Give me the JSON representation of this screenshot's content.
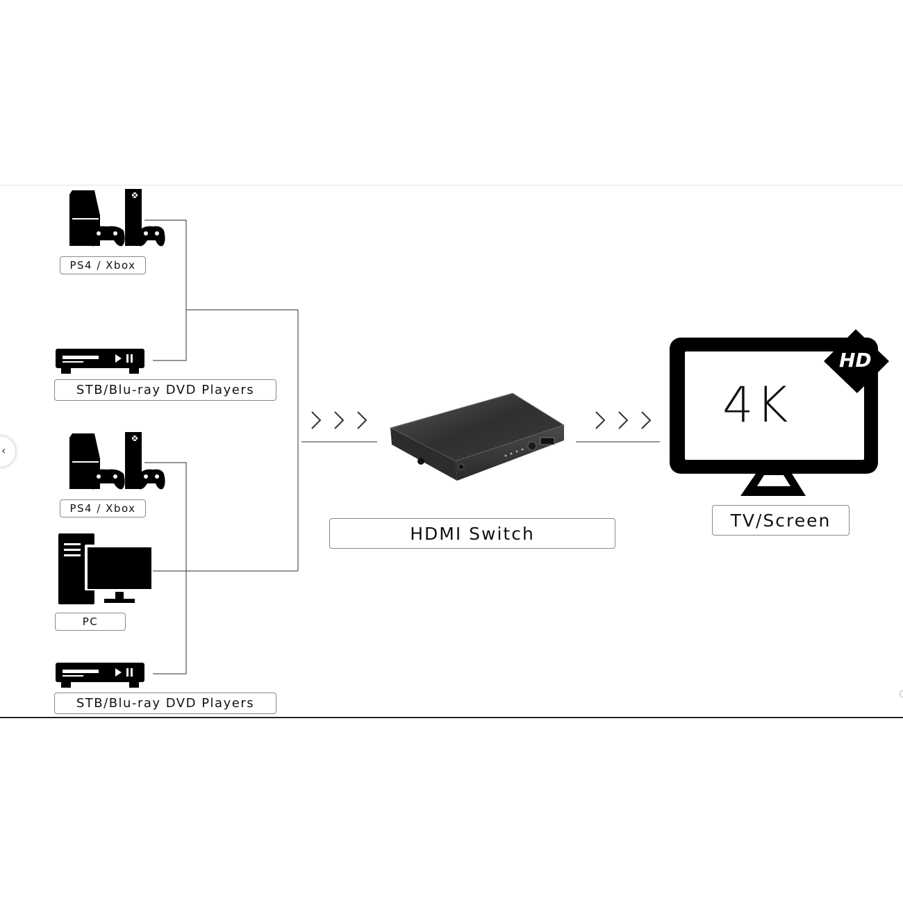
{
  "sources": [
    {
      "id": "ps4-xbox-1",
      "label": "PS4 / Xbox",
      "icon": "game-console-icon"
    },
    {
      "id": "stb-1",
      "label": "STB/Blu-ray DVD Players",
      "icon": "blu-ray-player-icon"
    },
    {
      "id": "ps4-xbox-2",
      "label": "PS4 / Xbox",
      "icon": "game-console-icon"
    },
    {
      "id": "pc",
      "label": "PC",
      "icon": "desktop-computer-icon"
    },
    {
      "id": "stb-2",
      "label": "STB/Blu-ray DVD Players",
      "icon": "blu-ray-player-icon"
    }
  ],
  "switch": {
    "label": "HDMI Switch",
    "icon": "hdmi-switch-device-icon"
  },
  "display": {
    "label": "TV/Screen",
    "screen_text": "4K",
    "badge_text": "HD",
    "icon": "tv-icon"
  },
  "colors": {
    "line": "#555555",
    "icon": "#000000",
    "switch_body": "#3a3a3a"
  }
}
